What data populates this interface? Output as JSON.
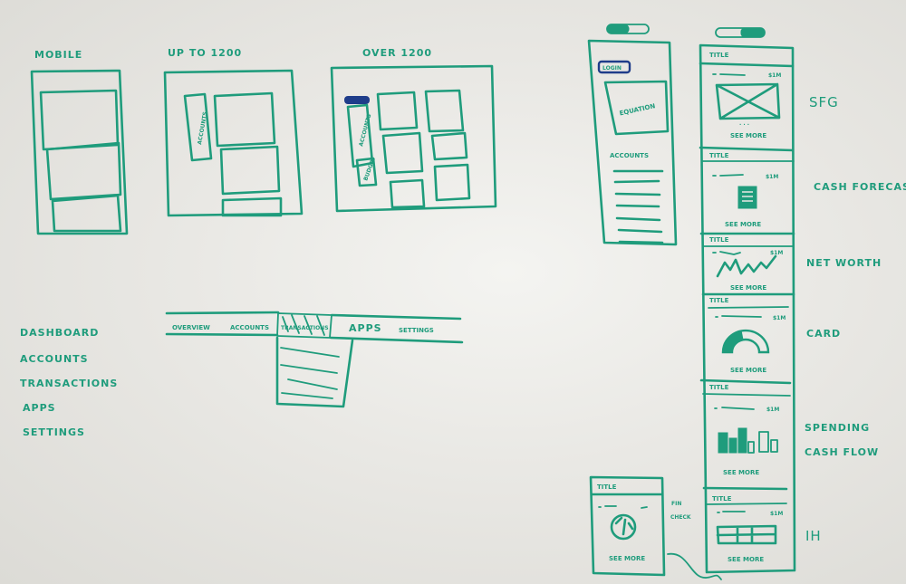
{
  "breakpoints": {
    "mobile_label": "MOBILE",
    "up_to_1200_label": "UP TO 1200",
    "over_1200_label": "OVER 1200",
    "accounts_label": "ACCOUNTS",
    "small_card_label": "BUDGET"
  },
  "nav_list": [
    "DASHBOARD",
    "ACCOUNTS",
    "TRANSACTIONS",
    "APPS",
    "SETTINGS"
  ],
  "nav_bar": {
    "items": [
      "OVERVIEW",
      "ACCOUNTS",
      "TRANSACTIONS",
      "APPS",
      "SETTINGS"
    ],
    "active": "TRANSACTIONS"
  },
  "phone_login": {
    "login_button": "LOGIN",
    "equation_label": "EQUATION",
    "accounts_label": "ACCOUNTS"
  },
  "phone_cards": {
    "card_title": "TITLE",
    "see_more": "SEE MORE",
    "value": "$1M"
  },
  "side_labels": {
    "sfg": "SFG",
    "cash_forecast": "CASH FORECAST",
    "net_worth": "NET WORTH",
    "card": "CARD",
    "spending": "SPENDING",
    "cash_flow": "CASH FLOW",
    "ih": "IH"
  },
  "fin_check": {
    "label_line1": "FIN",
    "label_line2": "CHECK"
  },
  "colors": {
    "marker": "#1f9c7c",
    "blue_marker": "#1f3d8a",
    "board": "#e9e8e4"
  }
}
